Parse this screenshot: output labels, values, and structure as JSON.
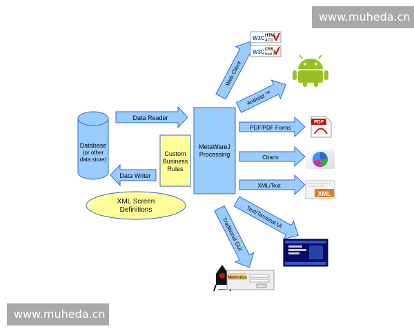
{
  "watermarks": {
    "top": "www.muheda.cn",
    "bottom": "www.muheda.cn"
  },
  "colors": {
    "arrow_fill": "#99ccff",
    "box_fill": "#99ccff",
    "stroke": "#3366cc",
    "rules_fill": "#ffff99",
    "ellipse_fill": "#ffff99"
  },
  "nodes": {
    "database": {
      "line1": "Database",
      "line2": "(or other",
      "line3": "data store)"
    },
    "rules": {
      "line1": "Custom",
      "line2": "Business",
      "line3": "Rules"
    },
    "processing": {
      "line1": "MetaWareJ",
      "line2": "Processing"
    },
    "screen_defs": {
      "line1": "XML Screen",
      "line2": "Definitions"
    }
  },
  "arrows": {
    "data_reader": "Data Reader",
    "data_writer": "Data Writer",
    "web_client": "Web Client",
    "android": "Android ™",
    "pdf": "PDF/PDF Forms",
    "charts": "Charts",
    "xml_text": "XML/Text",
    "text_terminal": "Text/Terminal UI",
    "traditional_gui": "Traditional GUI"
  },
  "badges": {
    "html_line1": "HTML",
    "html_line2": "4.01",
    "css_line1": "CSS",
    "css_line2": "level 2",
    "w3c": "W3C",
    "pdf": "PDF",
    "xml": "XML",
    "methodus": "Methodus"
  },
  "icons": {
    "android": "android-icon",
    "pdf": "pdf-icon",
    "pie": "pie-chart-icon",
    "xml": "xml-icon",
    "terminal": "terminal-screen-icon",
    "duke": "java-duke-icon",
    "w3c": "w3c-badge-icon"
  }
}
